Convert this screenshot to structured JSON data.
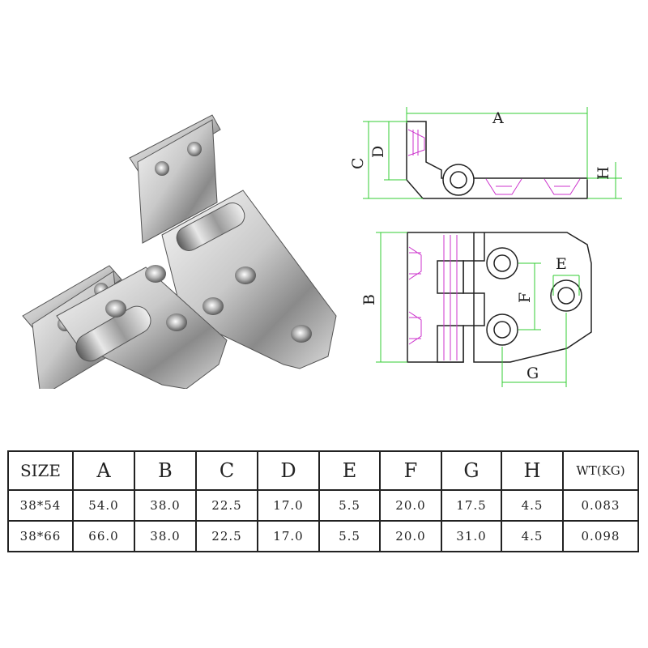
{
  "diagram": {
    "labels": {
      "A": "A",
      "B": "B",
      "C": "C",
      "D": "D",
      "E": "E",
      "F": "F",
      "G": "G",
      "H": "H"
    },
    "colors": {
      "dimension_line": "#33cc33",
      "hidden_detail": "#cc33cc",
      "outline": "#222222",
      "metal_light": "#f2f2f2",
      "metal_dark": "#6b6b6b"
    }
  },
  "table": {
    "headers": [
      "SIZE",
      "A",
      "B",
      "C",
      "D",
      "E",
      "F",
      "G",
      "H",
      "WT(KG)"
    ],
    "rows": [
      [
        "38*54",
        "54.0",
        "38.0",
        "22.5",
        "17.0",
        "5.5",
        "20.0",
        "17.5",
        "4.5",
        "0.083"
      ],
      [
        "38*66",
        "66.0",
        "38.0",
        "22.5",
        "17.0",
        "5.5",
        "20.0",
        "31.0",
        "4.5",
        "0.098"
      ]
    ]
  }
}
